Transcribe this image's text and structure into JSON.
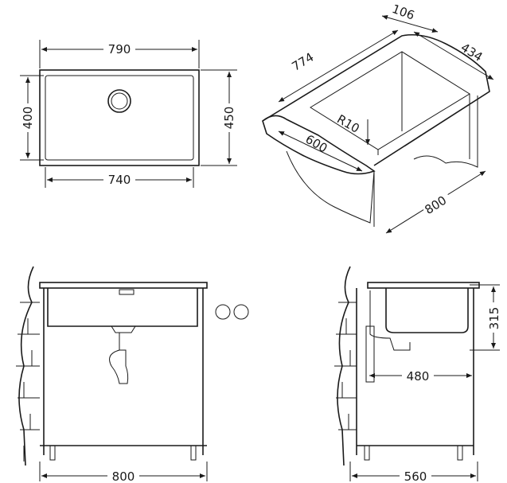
{
  "title": "Sink technical drawing",
  "colors": {
    "line": "#1a1a1a",
    "background": "#ffffff"
  },
  "plan_view": {
    "outer_width": "790",
    "inner_width": "740",
    "inner_depth": "400",
    "outer_depth": "450"
  },
  "iso_view": {
    "rim": "106",
    "length": "774",
    "depth": "434",
    "radius": "R10",
    "width": "600",
    "cabinet": "800"
  },
  "front_view": {
    "cabinet_width": "800"
  },
  "side_view": {
    "bowl_depth": "315",
    "drain_offset": "480",
    "cabinet_depth": "560"
  }
}
